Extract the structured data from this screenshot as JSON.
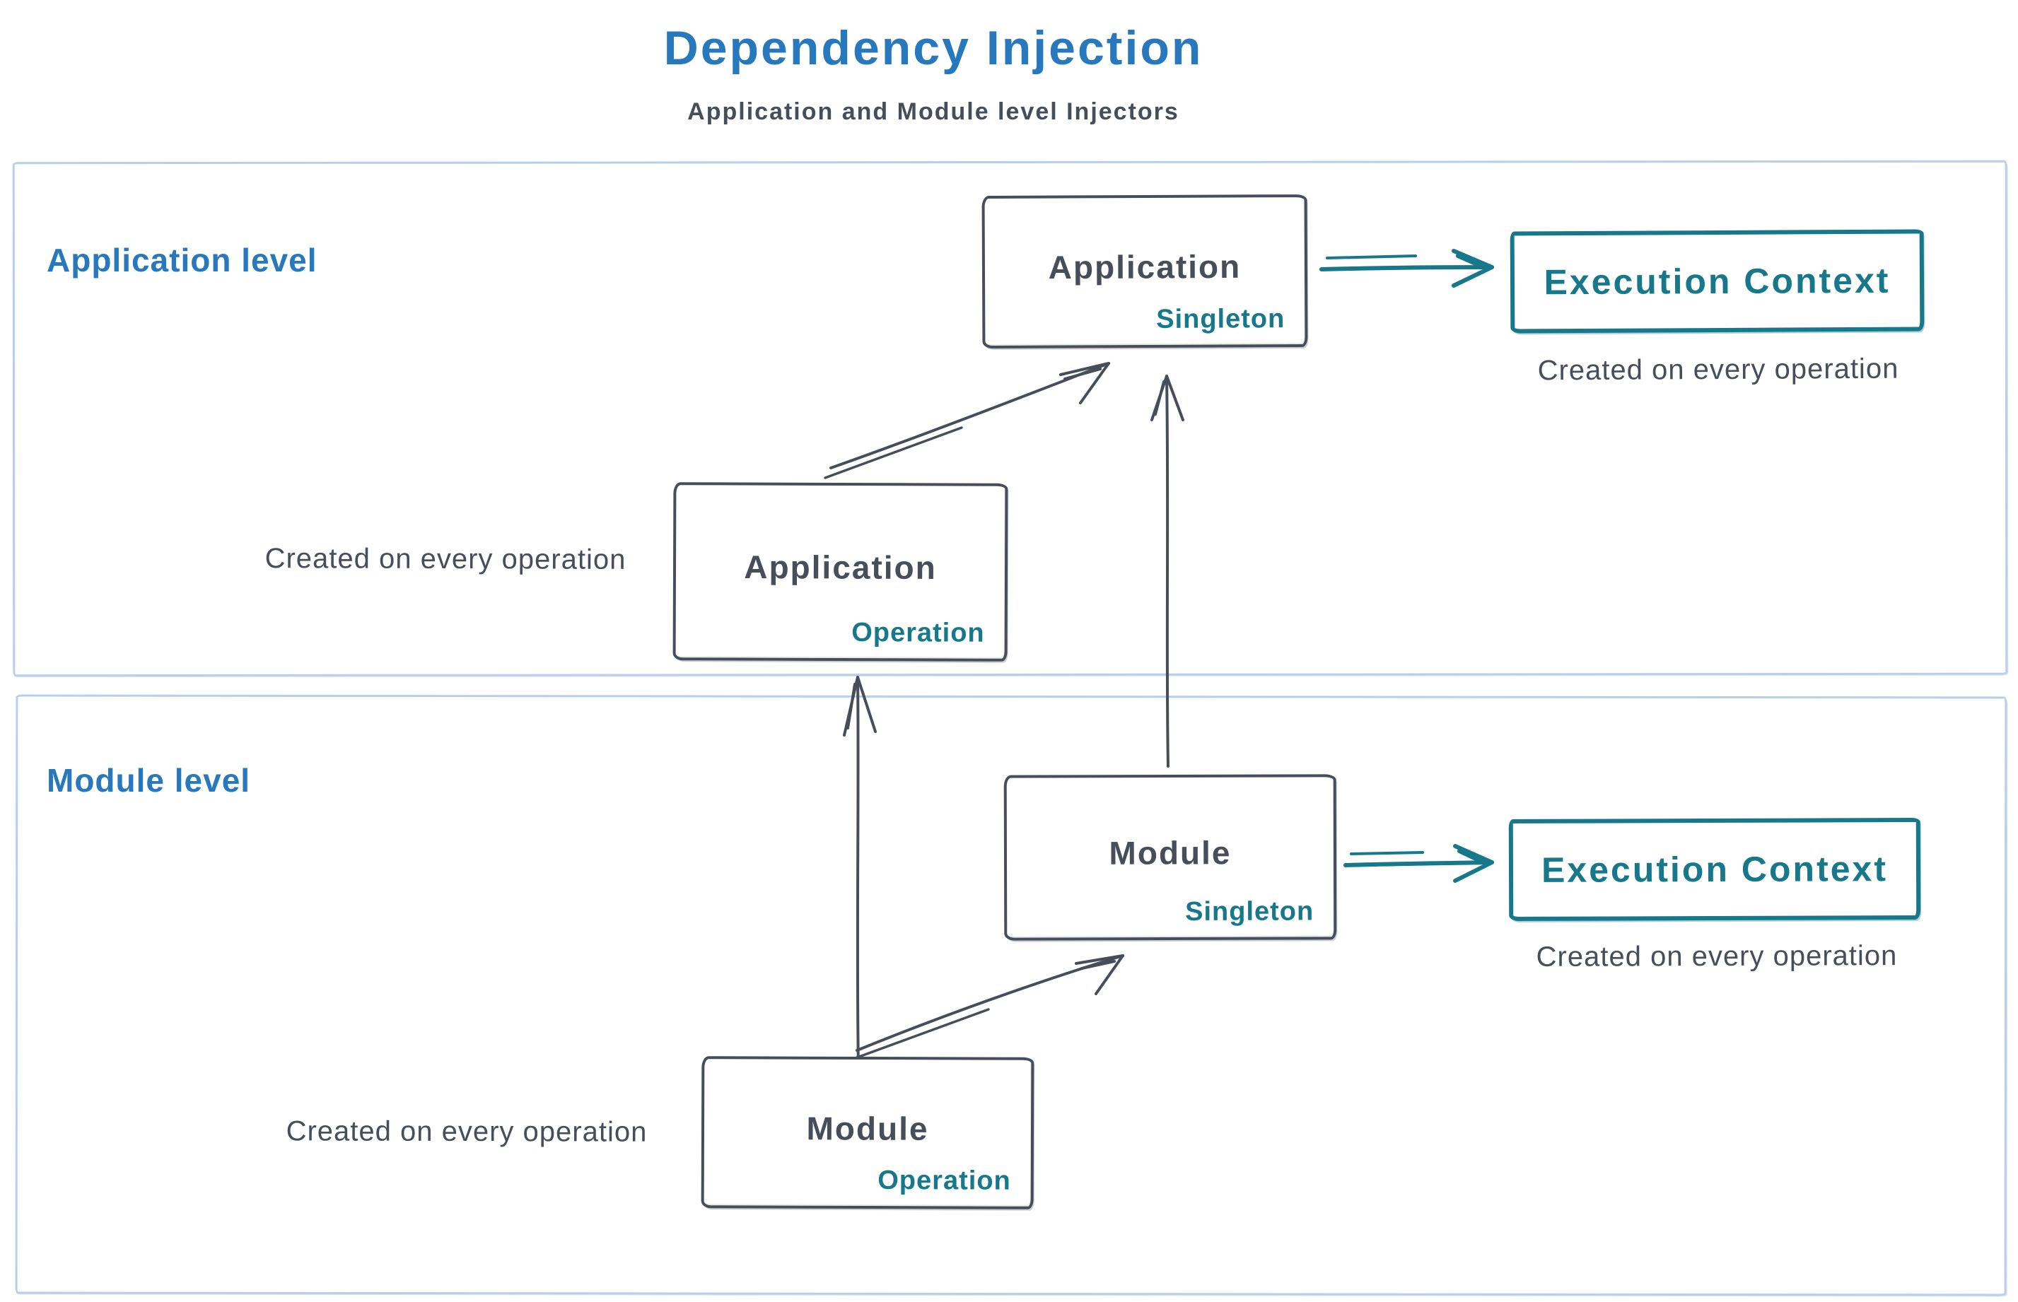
{
  "header": {
    "title": "Dependency Injection",
    "subtitle": "Application and Module level Injectors"
  },
  "colors": {
    "title_blue": "#2878bd",
    "teal": "#17788c",
    "ink": "#474e59",
    "panel_border": "#b9cee8"
  },
  "application_level": {
    "label": "Application level",
    "singleton": {
      "name": "Application",
      "scope": "Singleton"
    },
    "operation": {
      "name": "Application",
      "scope": "Operation"
    },
    "operation_caption": "Created on every operation",
    "execution_context": "Execution Context",
    "execution_caption": "Created on every operation"
  },
  "module_level": {
    "label": "Module level",
    "singleton": {
      "name": "Module",
      "scope": "Singleton"
    },
    "operation": {
      "name": "Module",
      "scope": "Operation"
    },
    "operation_caption": "Created on every operation",
    "execution_context": "Execution Context",
    "execution_caption": "Created on every operation"
  }
}
